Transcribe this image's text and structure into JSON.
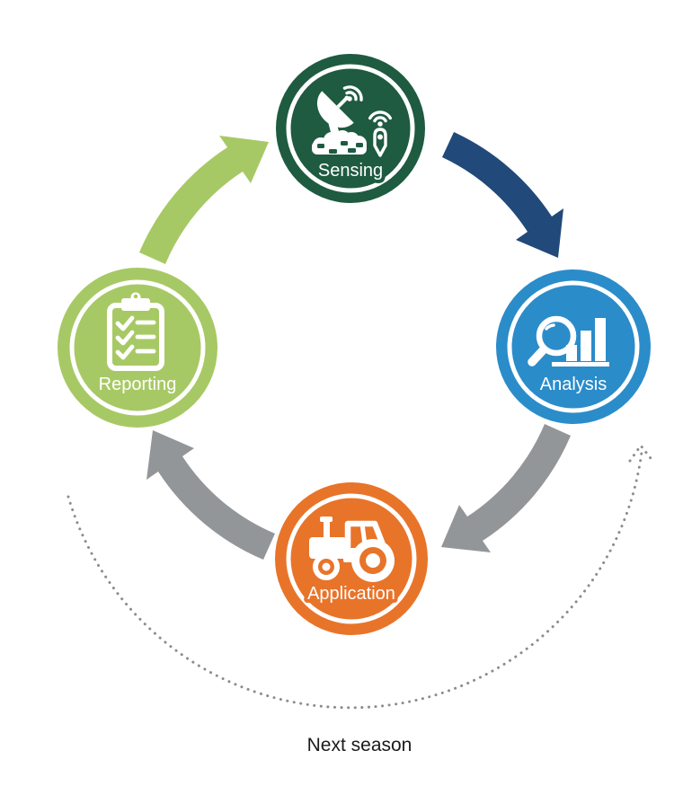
{
  "diagram": {
    "type": "cycle-diagram",
    "background": "#ffffff",
    "nodes": [
      {
        "id": "sensing",
        "label": "Sensing",
        "color": "#1E5B41",
        "icon": "satellite-dish-soil-sensor-icon"
      },
      {
        "id": "analysis",
        "label": "Analysis",
        "color": "#2B8CCA",
        "icon": "magnifier-bar-chart-icon"
      },
      {
        "id": "application",
        "label": "Application",
        "color": "#E8742A",
        "icon": "tractor-icon"
      },
      {
        "id": "reporting",
        "label": "Reporting",
        "color": "#A7C965",
        "icon": "clipboard-checklist-icon"
      }
    ],
    "arrows": [
      {
        "id": "sensing-to-analysis",
        "color": "#21497A"
      },
      {
        "id": "analysis-to-application",
        "color": "#939699"
      },
      {
        "id": "application-to-reporting",
        "color": "#939699"
      },
      {
        "id": "reporting-to-sensing",
        "color": "#A7C965"
      }
    ],
    "next_season": {
      "label": "Next season",
      "text_color": "#1b1b1b",
      "arc_color": "#8a8d90"
    }
  }
}
